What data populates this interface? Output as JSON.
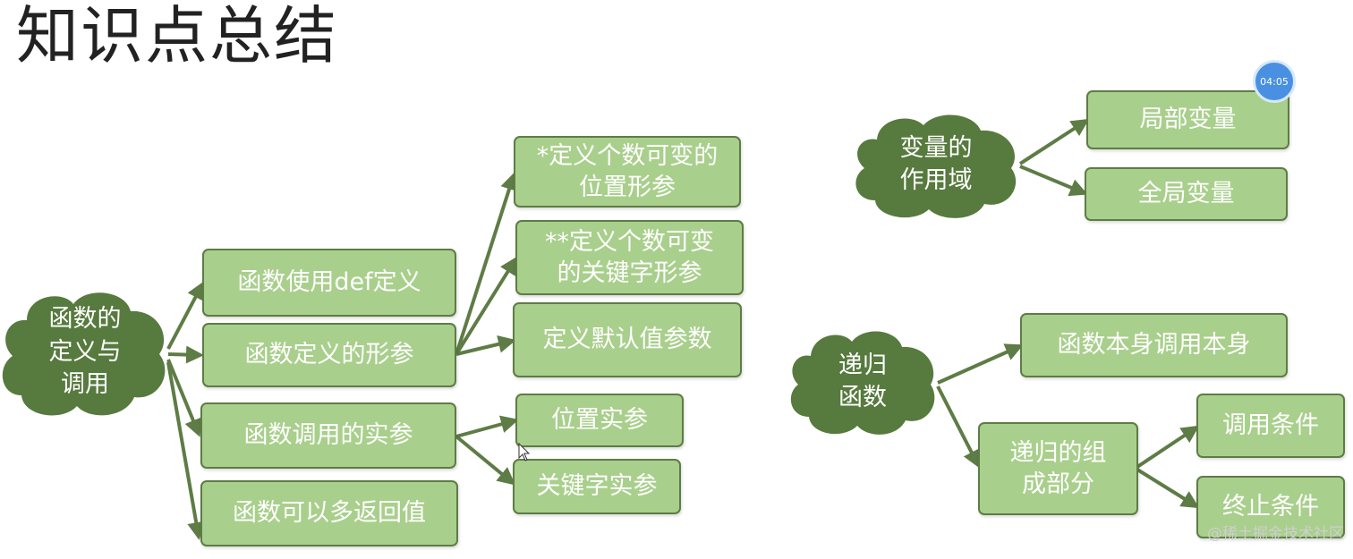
{
  "title": "知识点总结",
  "timer": "04:05",
  "watermark": "@稀土掘金技术社区",
  "clouds": {
    "functions": "函数的\n定义与\n调用",
    "scope": "变量的\n作用域",
    "recursion": "递归\n函数"
  },
  "nodes": {
    "def": "函数使用def定义",
    "params": "函数定义的形参",
    "args": "函数调用的实参",
    "multi_return": "函数可以多返回值",
    "var_positional": "*定义个数可变的\n位置形参",
    "var_keyword": "**定义个数可变\n的关键字形参",
    "default_params": "定义默认值参数",
    "positional_args": "位置实参",
    "keyword_args": "关键字实参",
    "local_var": "局部变量",
    "global_var": "全局变量",
    "self_call": "函数本身调用本身",
    "recursion_parts": "递归的组\n成部分",
    "call_condition": "调用条件",
    "stop_condition": "终止条件"
  },
  "colors": {
    "box_fill": "#a9cf8c",
    "box_border": "#5e7c45",
    "cloud_fill": "#577a3e",
    "arrow": "#5e7c45"
  }
}
